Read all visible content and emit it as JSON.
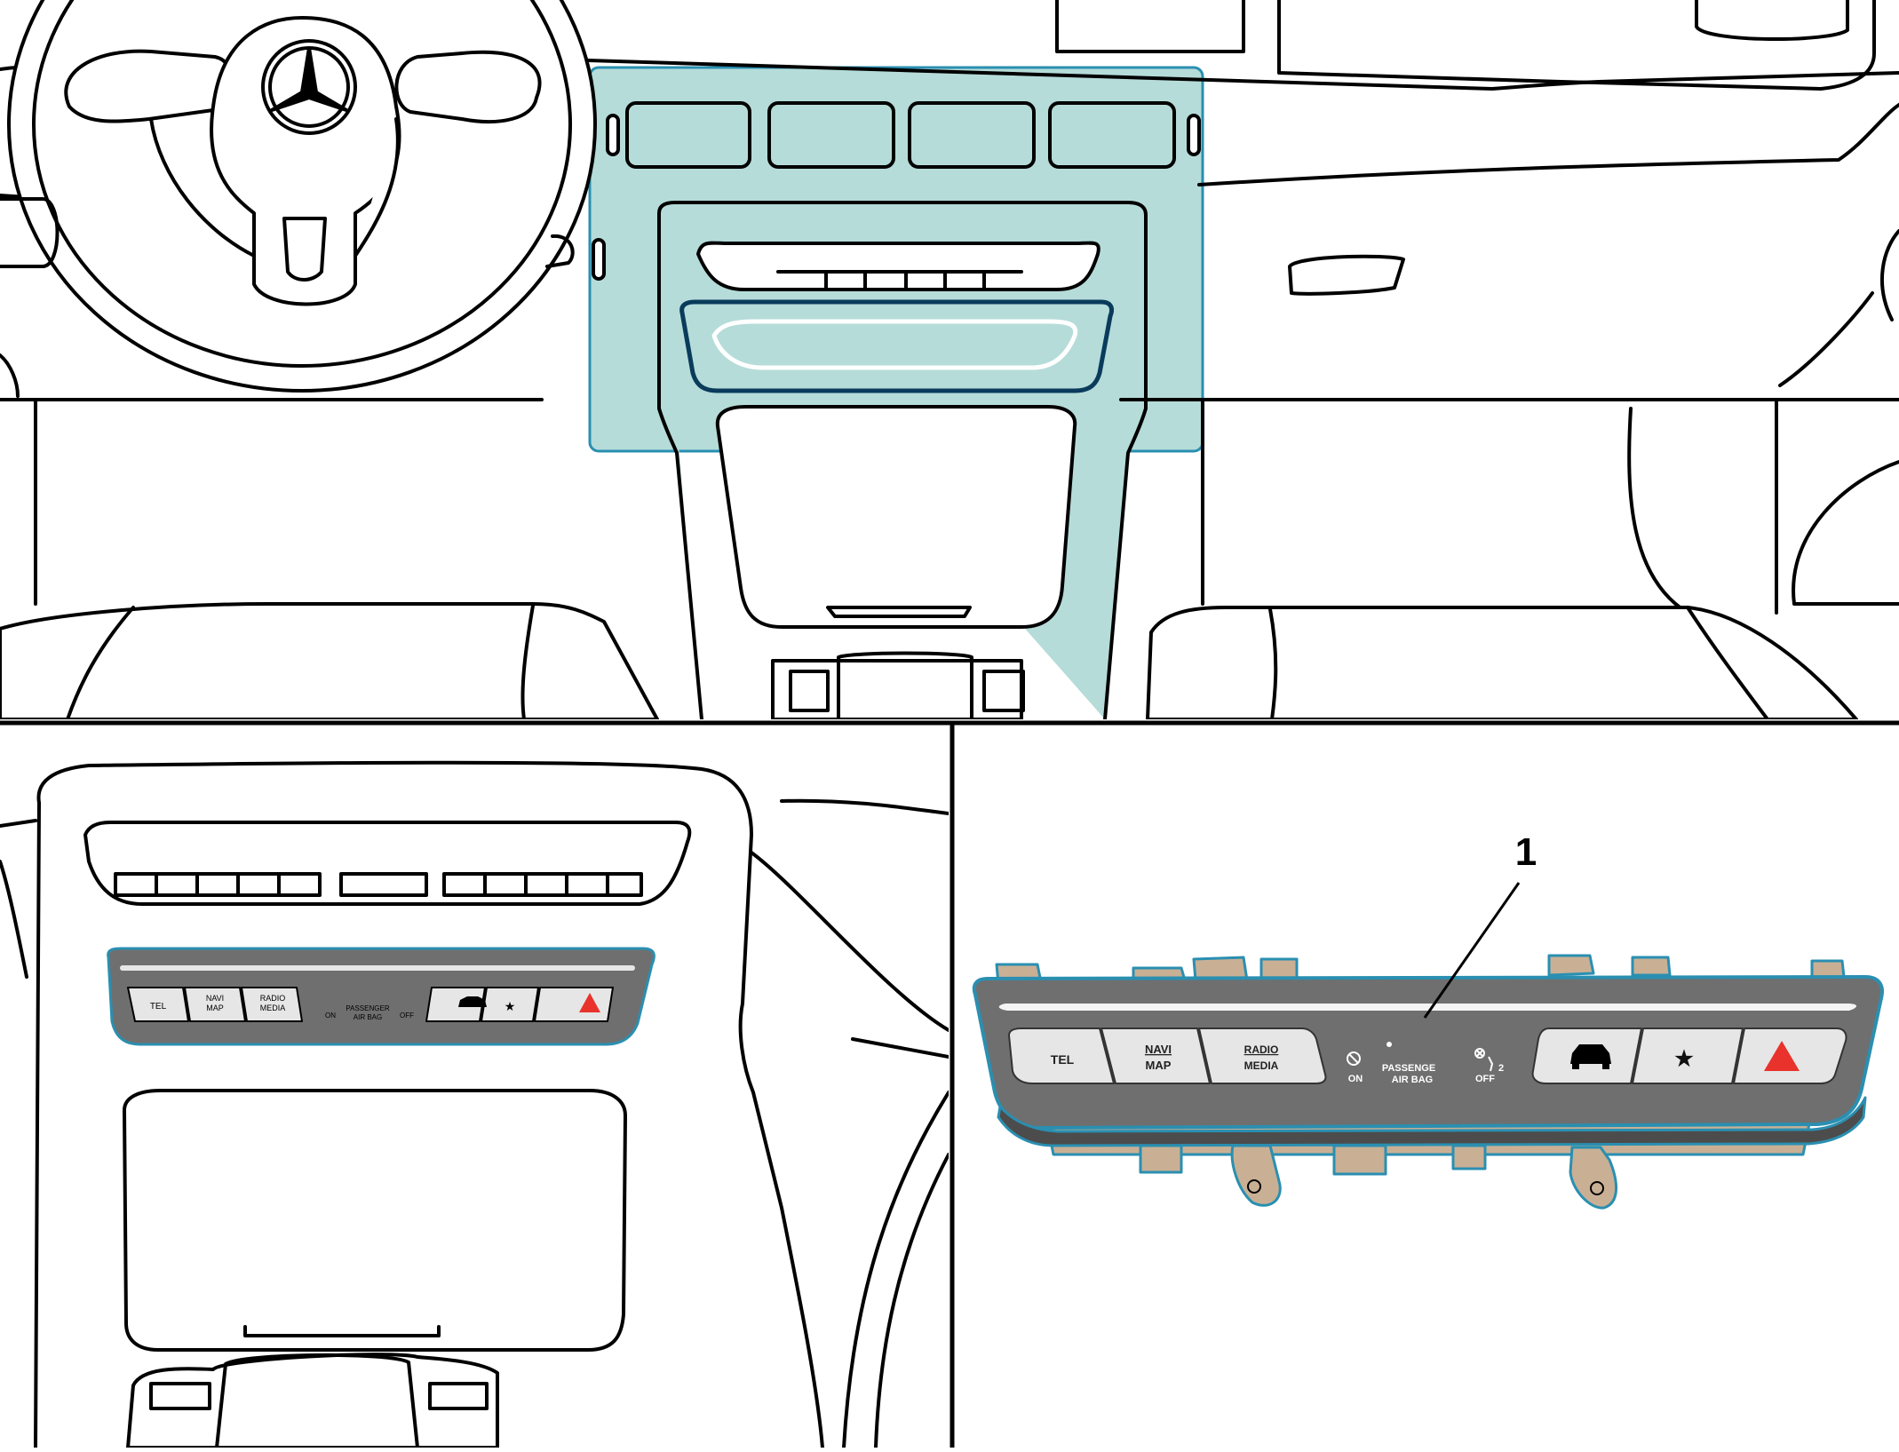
{
  "figure": {
    "callout_label": "1"
  },
  "switch_panel": {
    "buttons": [
      "TEL",
      "NAVI",
      "MAP",
      "RADIO",
      "MEDIA"
    ],
    "indicator_left": "ON",
    "airbag_line1": "PASSENGER",
    "airbag_line2": "AIR BAG",
    "indicator_right": "OFF",
    "seat_count": "2",
    "star_glyph": "★"
  },
  "detail_panel": {
    "airbag_line1": "PASSENGE",
    "airbag_line2": "AIR BAG"
  },
  "colors": {
    "highlight_fill": "#b5dcd9",
    "highlight_stroke": "#2a8fb1",
    "panel_gray": "#6f6f6f",
    "panel_dark": "#4c4c4c",
    "button_fill": "#e6e6e6",
    "hazard_red": "#e8322b",
    "bracket_tan": "#c9b095",
    "line": "#000000"
  }
}
